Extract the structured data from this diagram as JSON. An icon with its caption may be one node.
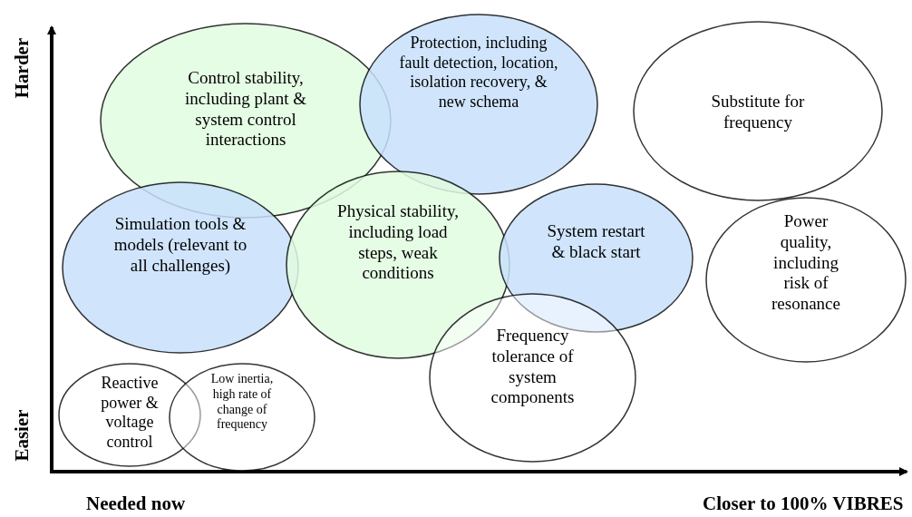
{
  "diagram": {
    "nodes": [
      {
        "text": [
          "Control stability, including plant & system control interactions"
        ]
      },
      {
        "text": [
          "Protection, including fault detection, location, isolation recovery, & new schema"
        ]
      },
      {
        "text": [
          "Substitute for frequency"
        ]
      },
      {
        "text": [
          "Simulation tools & models (relevant to all challenges)"
        ]
      },
      {
        "text": [
          "Physical stability, including load steps, weak conditions"
        ]
      },
      {
        "text": [
          "System restart & black start"
        ]
      },
      {
        "text": [
          "Power quality, including risk of resonance"
        ]
      },
      {
        "text": [
          "Frequency tolerance of system components"
        ]
      },
      {
        "text": [
          "Reactive power & voltage control"
        ]
      },
      {
        "text": [
          "Low inertia, high rate of change of frequency"
        ]
      }
    ],
    "labels": [
      "Harder",
      "Easier",
      "Needed now",
      "Closer to 100% VIBRES"
    ]
  }
}
